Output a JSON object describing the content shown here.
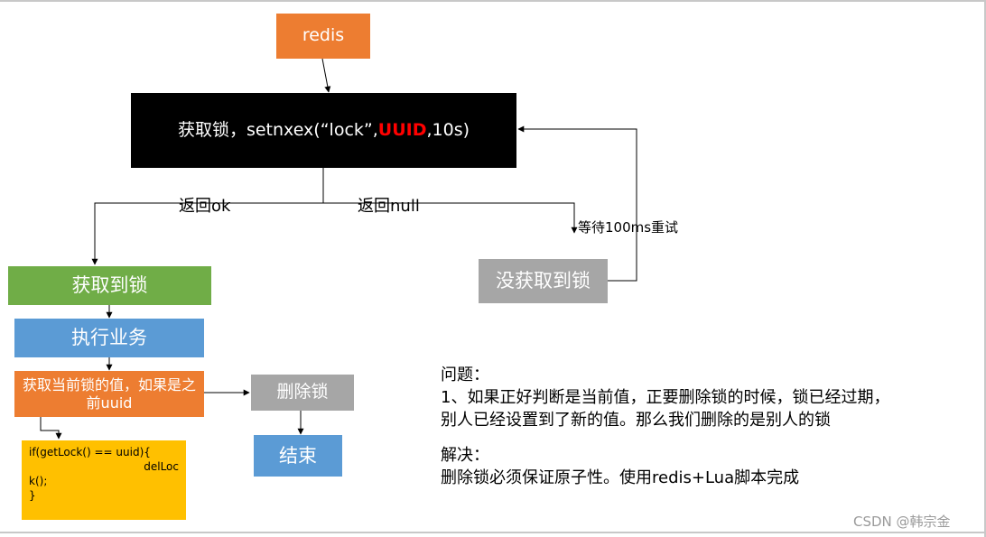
{
  "nodes": {
    "redis": "redis",
    "acquire_prefix": "获取锁，setnxex(“lock”,",
    "acquire_uuid": "UUID",
    "acquire_suffix": ",10s)",
    "acquired": "获取到锁",
    "not_acquired": "没获取到锁",
    "execute": "执行业务",
    "get_value": "获取当前锁的值，如果是之前uuid",
    "delete_lock": "删除锁",
    "end": "结束"
  },
  "code": {
    "line1": "if(getLock() == uuid){",
    "line2": "delLoc",
    "line3": "k();",
    "line4": "}"
  },
  "labels": {
    "return_ok": "返回ok",
    "return_null": "返回null",
    "wait_retry": "等待100ms重试"
  },
  "notes": {
    "problem_title": "问题：",
    "problem_line1": "1、如果正好判断是当前值，正要删除锁的时候，锁已经过期，",
    "problem_line2": "别人已经设置到了新的值。那么我们删除的是别人的锁",
    "solution_title": "解决：",
    "solution_text": "删除锁必须保证原子性。使用redis+Lua脚本完成"
  },
  "watermark": "CSDN @韩宗金"
}
